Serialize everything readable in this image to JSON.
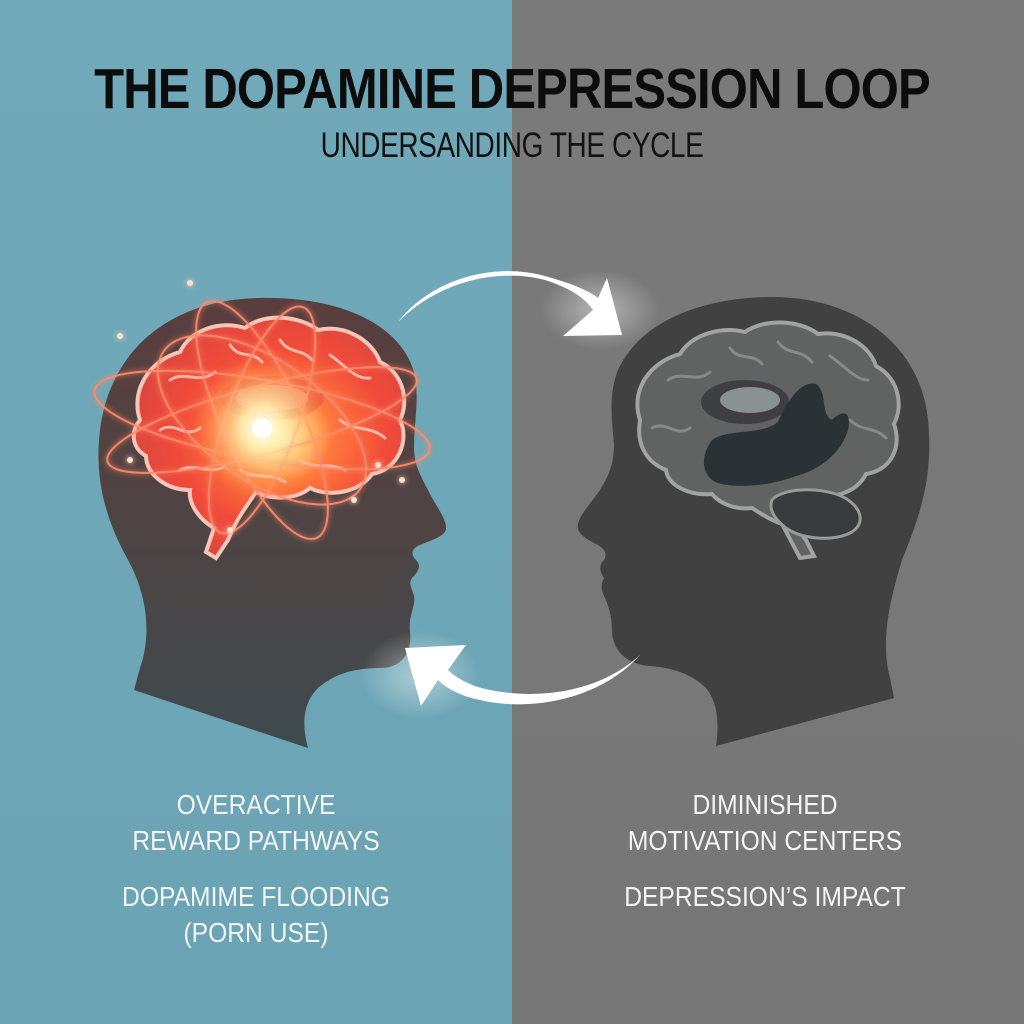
{
  "header": {
    "title": "THE DOPAMINE DEPRESSION LOOP",
    "subtitle": "UNDERSANDING THE CYCLE"
  },
  "colors": {
    "left_background": "#6ea7b7",
    "right_background": "#787878",
    "head_silhouette_left": "#4a4848",
    "head_silhouette_right": "#414141",
    "brain_active_glow": "#ff5a3a",
    "brain_active_core": "#fff6d8",
    "brain_inactive_fill": "#5c5d5e",
    "brain_inactive_outline": "#9a9a9a",
    "arrow": "#ffffff",
    "title_text": "#0c0c0c",
    "caption_text": "#f4f4f4"
  },
  "panels": {
    "left": {
      "state": "active",
      "icons": [
        "head-silhouette-icon",
        "glowing-brain-icon"
      ],
      "caption_primary": [
        "OVERACTIVE",
        "REWARD PATHWAYS"
      ],
      "caption_secondary": [
        "DOPAMIME FLOODING",
        "(PORN USE)"
      ]
    },
    "right": {
      "state": "inactive",
      "icons": [
        "head-silhouette-icon",
        "dim-brain-icon"
      ],
      "caption_primary": [
        "DIMINISHED",
        "MOTIVATION CENTERS"
      ],
      "caption_secondary": [
        "DEPRESSION’S IMPACT"
      ]
    }
  },
  "cycle_arrows": [
    {
      "name": "top-arrow",
      "direction": "left-to-right",
      "icon": "curved-arrow-right-icon"
    },
    {
      "name": "bottom-arrow",
      "direction": "right-to-left",
      "icon": "curved-arrow-left-icon"
    }
  ]
}
